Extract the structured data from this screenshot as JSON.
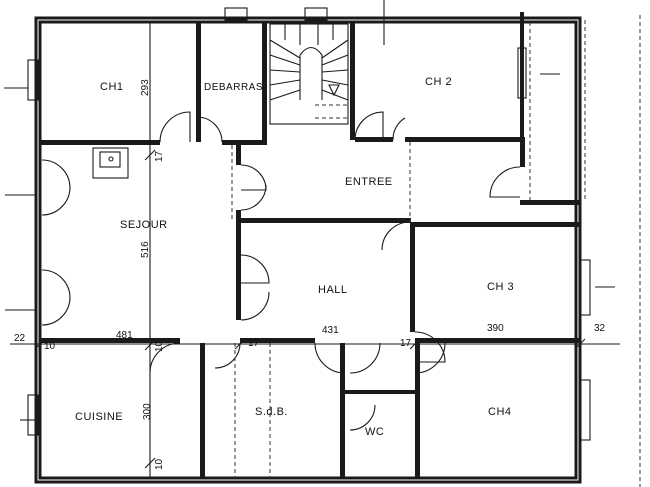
{
  "rooms": {
    "ch1": "CH1",
    "debarras": "DEBARRAS",
    "ch2": "CH 2",
    "entree": "ENTREE",
    "sejour": "SEJOUR",
    "hall": "HALL",
    "ch3": "CH 3",
    "cuisine": "CUISINE",
    "sdb": "S.d.B.",
    "wc": "WC",
    "ch4": "CH4"
  },
  "dimensions": {
    "ch1_height": "293",
    "sejour_height": "516",
    "cuisine_height": "300",
    "wall_17_top": "17",
    "wall_22": "22",
    "wall_10_left": "10",
    "sejour_width": "481",
    "wall_10_mid": "10",
    "wall_17_a": "17",
    "hall_width": "431",
    "wall_17_b": "17",
    "ch3_width": "390",
    "wall_32": "32",
    "wall_10_bottom": "10"
  }
}
